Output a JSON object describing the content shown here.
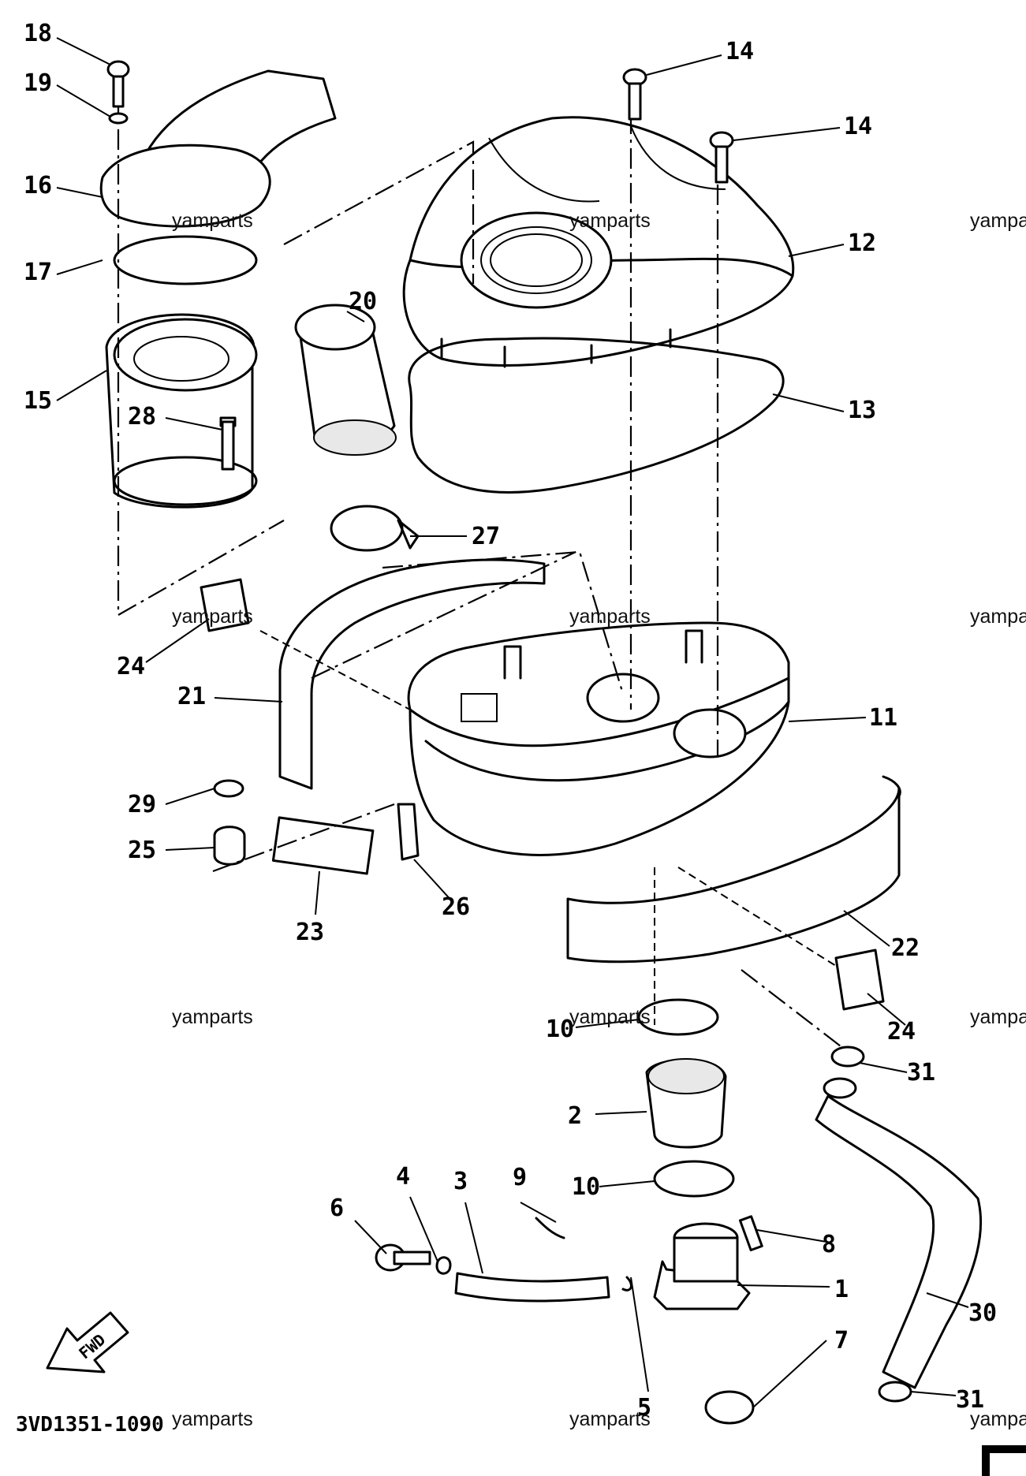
{
  "diagram_code": "3VD1351-1090",
  "watermark": "yamparts",
  "watermark_partial": "yampa",
  "direction_badge": "FWD",
  "part_labels": [
    "18",
    "19",
    "16",
    "17",
    "15",
    "14",
    "14",
    "12",
    "13",
    "20",
    "27",
    "24",
    "21",
    "11",
    "28",
    "29",
    "25",
    "23",
    "26",
    "22",
    "24",
    "10",
    "31",
    "2",
    "10",
    "3",
    "9",
    "4",
    "6",
    "8",
    "1",
    "30",
    "5",
    "7",
    "31"
  ]
}
